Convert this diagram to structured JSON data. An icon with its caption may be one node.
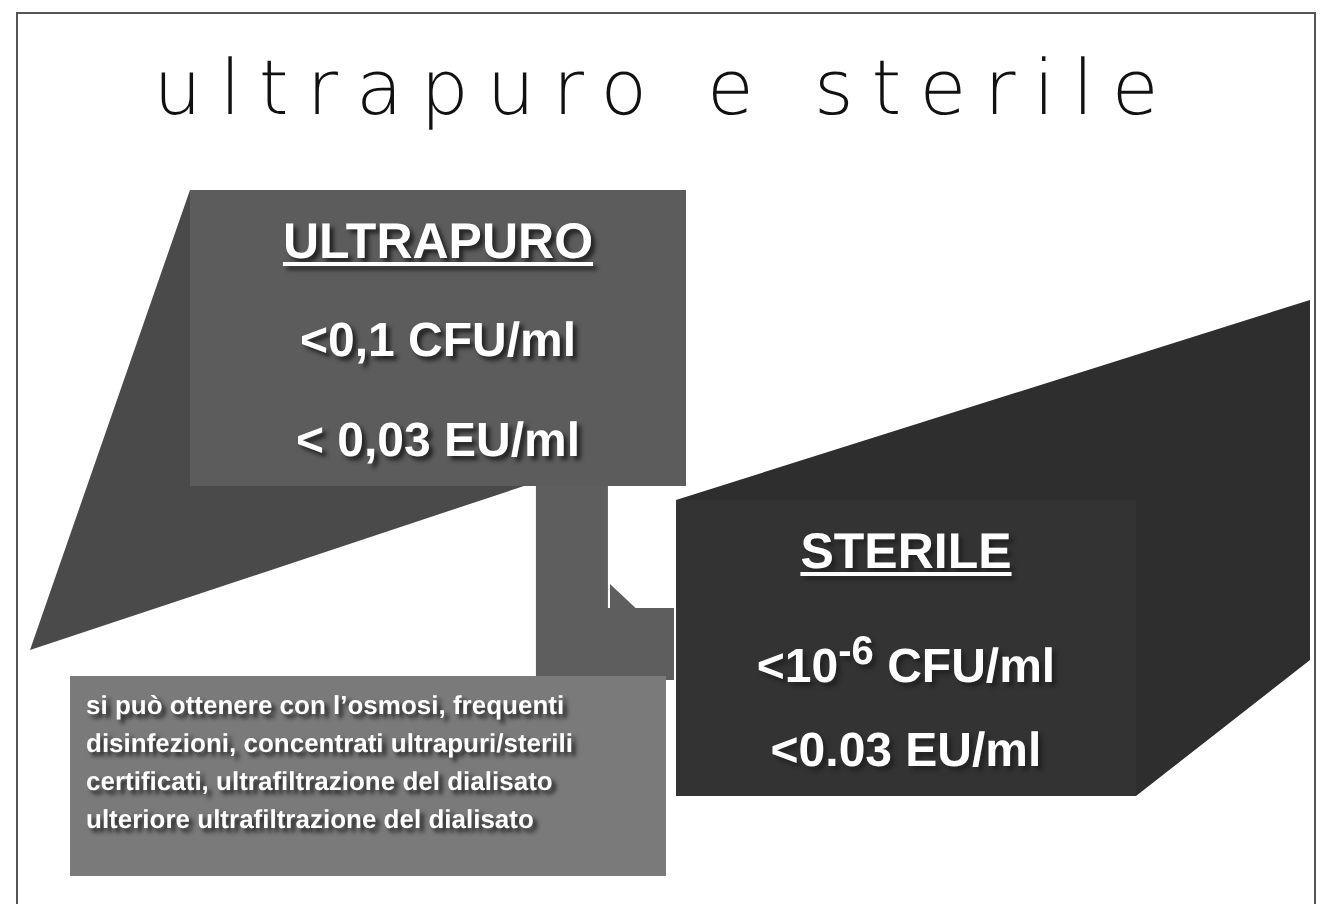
{
  "diagram": {
    "title": "ultrapuro e sterile",
    "nodes": [
      {
        "text": [
          "ULTRAPURO",
          "<0,1 CFU/ml",
          "< 0,03 EU/ml"
        ]
      },
      {
        "text": [
          "STERILE",
          "<10$^{-6}$ CFU/ml",
          "<0.03 EU/ml"
        ]
      },
      {
        "text": [
          "si può ottenere con l’osmosi, frequenti disinfezioni, concentrati ultrapuri/sterili certificati, ultrafiltrazione del dialisato ulteriore ultrafiltrazione del dialisato"
        ]
      }
    ],
    "edges": [
      {
        "from": 0,
        "to": 1,
        "arrow": "to"
      }
    ]
  }
}
